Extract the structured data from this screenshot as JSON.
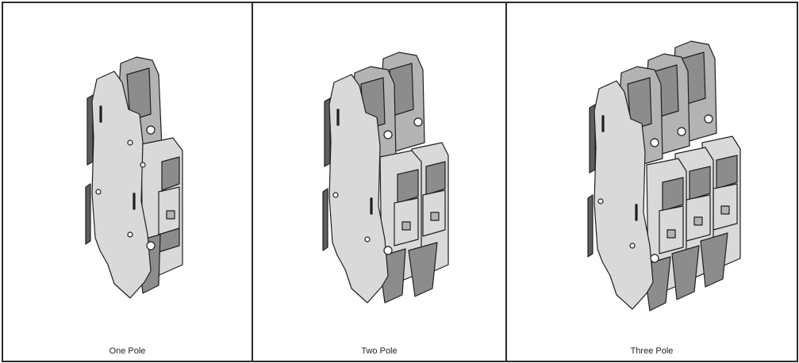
{
  "panels": [
    {
      "caption": "One Pole"
    },
    {
      "caption": "Two Pole"
    },
    {
      "caption": "Three Pole"
    }
  ],
  "colors": {
    "light": "#d9d9d9",
    "mid": "#b3b3b3",
    "dark": "#8c8c8c",
    "darkest": "#5e5e5e",
    "outline": "#1f1f1f"
  },
  "icons": [
    "breaker-icon"
  ]
}
